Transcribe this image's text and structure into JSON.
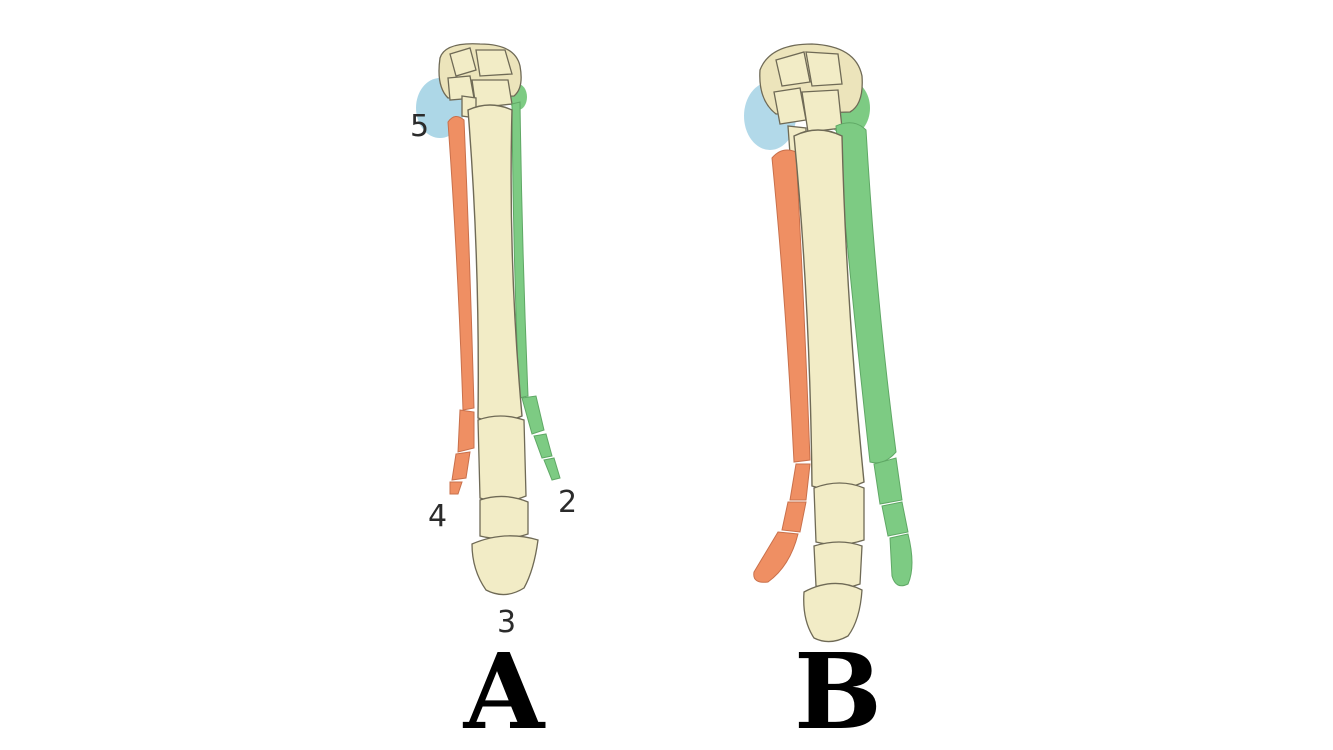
{
  "colors": {
    "bone": "#f2ecc6",
    "bone_shade": "#e6ddb0",
    "outline": "#6f6a56",
    "digit_orange": "#ef8f63",
    "digit_green": "#7dcb83",
    "carpal_blue": "#9fd0e3"
  },
  "panels": [
    {
      "label": "A",
      "digit_labels": {
        "d5": "5",
        "d4": "4",
        "d3": "3",
        "d2": "2"
      }
    },
    {
      "label": "B"
    }
  ]
}
